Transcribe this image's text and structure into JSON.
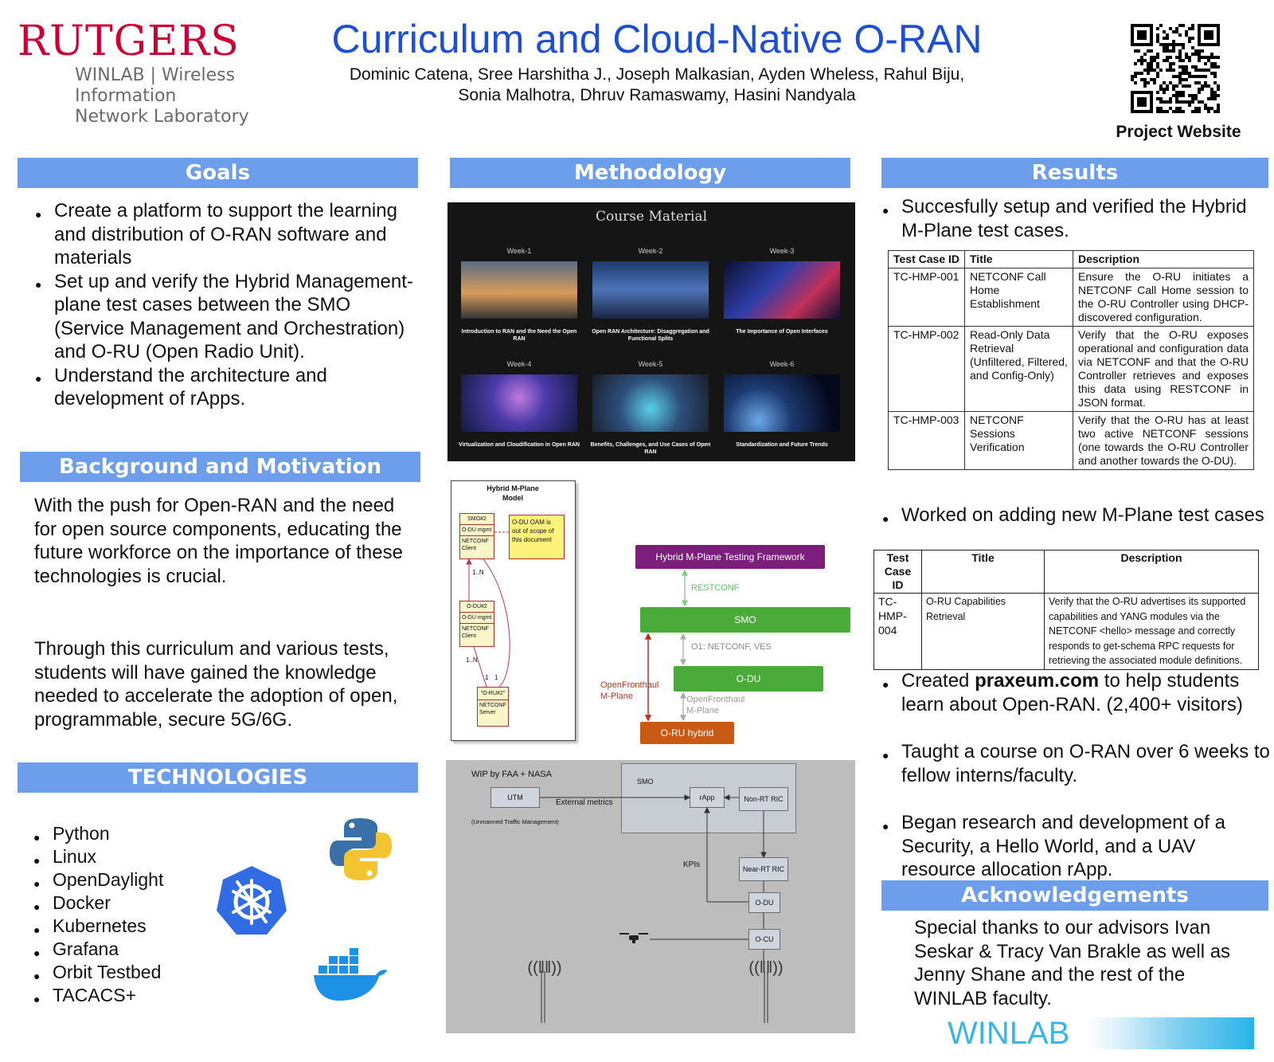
{
  "header": {
    "logo": {
      "wordmark": "RUTGERS",
      "line1": "WINLAB | Wireless Information",
      "line2": "Network Laboratory"
    },
    "title": "Curriculum and Cloud-Native O-RAN",
    "authors_line1": "Dominic Catena, Sree Harshitha J., Joseph Malkasian, Ayden Wheless, Rahul Biju,",
    "authors_line2": "Sonia Malhotra, Dhruv Ramaswamy, Hasini Nandyala",
    "qr_label": "Project Website"
  },
  "colors": {
    "accent": "#6d9eeb",
    "title_blue": "#1c4fd6",
    "rutgers_red": "#cc0033"
  },
  "goals": {
    "heading": "Goals",
    "items": [
      "Create a platform to support the learning and distribution of O-RAN software and materials",
      "Set up and verify the Hybrid Management-plane test cases between the SMO (Service Management and Orchestration) and O-RU (Open Radio Unit).",
      "Understand the architecture and development of rApps."
    ]
  },
  "background": {
    "heading": "Background and Motivation",
    "para1": "With the push for Open-RAN and the need for open source components, educating the future workforce on the importance of these technologies is crucial.",
    "para2": "Through this curriculum and various tests, students will have gained the knowledge needed to accelerate the adoption of open, programmable, secure 5G/6G."
  },
  "technologies": {
    "heading": "TECHNOLOGIES",
    "items": [
      "Python",
      "Linux",
      "OpenDaylight",
      "Docker",
      "Kubernetes",
      "Grafana",
      "Orbit Testbed",
      "TACACS+"
    ]
  },
  "methodology": {
    "heading": "Methodology",
    "course": {
      "title": "Course Material",
      "weeks": [
        {
          "label": "Week-1",
          "caption": "Introduction to RAN and the Need the Open RAN"
        },
        {
          "label": "Week-2",
          "caption": "Open RAN Architecture: Disaggregation and Functional Splits"
        },
        {
          "label": "Week-3",
          "caption": "The Importance of Open Interfaces"
        },
        {
          "label": "Week-4",
          "caption": "Virtualization and Cloudification in Open RAN"
        },
        {
          "label": "Week-5",
          "caption": "Benefits, Challenges, and Use Cases of Open RAN"
        },
        {
          "label": "Week-6",
          "caption": "Standardization and Future Trends"
        }
      ]
    },
    "uml": {
      "title_l1": "Hybrid M-Plane",
      "title_l2": "Model",
      "smo": "SMO#2",
      "smo_r1": "O-DU mgmt",
      "smo_r2": "NETCONF Client",
      "note": "O-DU OAM is out of scope of this document",
      "odu": "O-DU#2",
      "odu_r1": "O-DU mgmt",
      "odu_r2": "NETCONF Client",
      "oru": "\"O-RU#2\"",
      "oru_r1": "NETCONF Server",
      "m1": "1..N",
      "m2": "1..N",
      "m3": "1",
      "m4": "1"
    },
    "framework": {
      "top": "Hybrid M-Plane Testing Framework",
      "restconf": "RESTCONF",
      "smo": "SMO",
      "o1": "O1: NETCONF, VES",
      "odu": "O-DU",
      "ofh_mplane_l1": "OpenFronthaul",
      "ofh_mplane_l2": "M-Plane",
      "ofh_hybrid_l1": "OpenFronthaul",
      "ofh_hybrid_l2": "M-Plane",
      "oru": "O-RU hybrid"
    },
    "arch": {
      "wip": "WIP by FAA + NASA",
      "utm": "UTM",
      "utm_full": "(Unmanned Traffic Management)",
      "external": "External metrics",
      "smo": "SMO",
      "rapp": "rApp",
      "nonrt": "Non-RT RIC",
      "nearrt": "Near-RT RIC",
      "kpis": "KPIs",
      "odu": "O-DU",
      "ocu": "O-CU"
    }
  },
  "results": {
    "heading": "Results",
    "item1": "Succesfully setup and verified the Hybrid M-Plane test cases.",
    "table1": {
      "headers": [
        "Test Case ID",
        "Title",
        "Description"
      ],
      "rows": [
        {
          "id": "TC-HMP-001",
          "title": "NETCONF Call Home Establishment",
          "desc": "Ensure the O-RU initiates a NETCONF Call Home session to the O-RU Controller using DHCP-discovered configuration."
        },
        {
          "id": "TC-HMP-002",
          "title": "Read-Only Data Retrieval (Unfiltered, Filtered, and Config-Only)",
          "desc": "Verify that the O-RU exposes operational and configuration data via NETCONF and that the O-RU Controller retrieves and exposes this data using RESTCONF in JSON format."
        },
        {
          "id": "TC-HMP-003",
          "title": "NETCONF Sessions Verification",
          "desc": "Verify that the O-RU has at least two active NETCONF sessions (one towards the O-RU Controller and another towards the O-DU)."
        }
      ]
    },
    "item2": "Worked on adding new M-Plane test cases",
    "table2": {
      "headers": [
        "Test Case ID",
        "Title",
        "Description"
      ],
      "rows": [
        {
          "id": "TC-HMP-004",
          "title": "O-RU Capabilities Retrieval",
          "desc": "Verify that the O-RU advertises its supported capabilities and YANG modules via the NETCONF <hello> message and correctly responds to get-schema RPC requests for retrieving the associated module definitions."
        }
      ]
    },
    "item3_pre": "Created ",
    "item3_bold": "praxeum.com",
    "item3_post": " to help students learn about Open-RAN. (2,400+ visitors)",
    "item4": "Taught a course on O-RAN over 6 weeks to fellow interns/faculty.",
    "item5": "Began research and development of a Security, a Hello World, and a UAV resource allocation rApp."
  },
  "acknowledgements": {
    "heading": "Acknowledgements",
    "text": "Special thanks to our advisors Ivan Seskar & Tracy Van Brakle as well as Jenny Shane and the rest of the WINLAB faculty.",
    "logo_text": "WINLAB"
  }
}
